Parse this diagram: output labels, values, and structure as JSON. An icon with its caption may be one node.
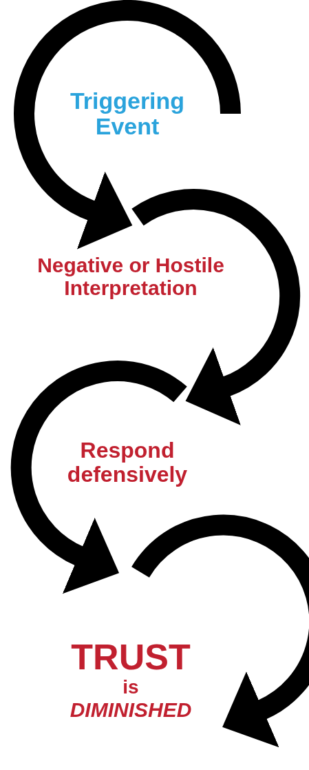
{
  "diagram": {
    "nodes": [
      {
        "text": [
          "Triggering Event"
        ]
      },
      {
        "text": [
          "Negative or Hostile Interpretation"
        ]
      },
      {
        "text": [
          "Respond defensively"
        ]
      },
      {
        "text": [
          "TRUST",
          "is",
          "DIMINISHED"
        ]
      }
    ],
    "edges": [
      {
        "from": null,
        "to": 0,
        "arrow": "to"
      },
      {
        "from": null,
        "to": 2,
        "arrow": "to"
      },
      {
        "from": null,
        "to": 2,
        "arrow": "to"
      },
      {
        "from": null,
        "to": 3,
        "arrow": "to"
      }
    ]
  }
}
